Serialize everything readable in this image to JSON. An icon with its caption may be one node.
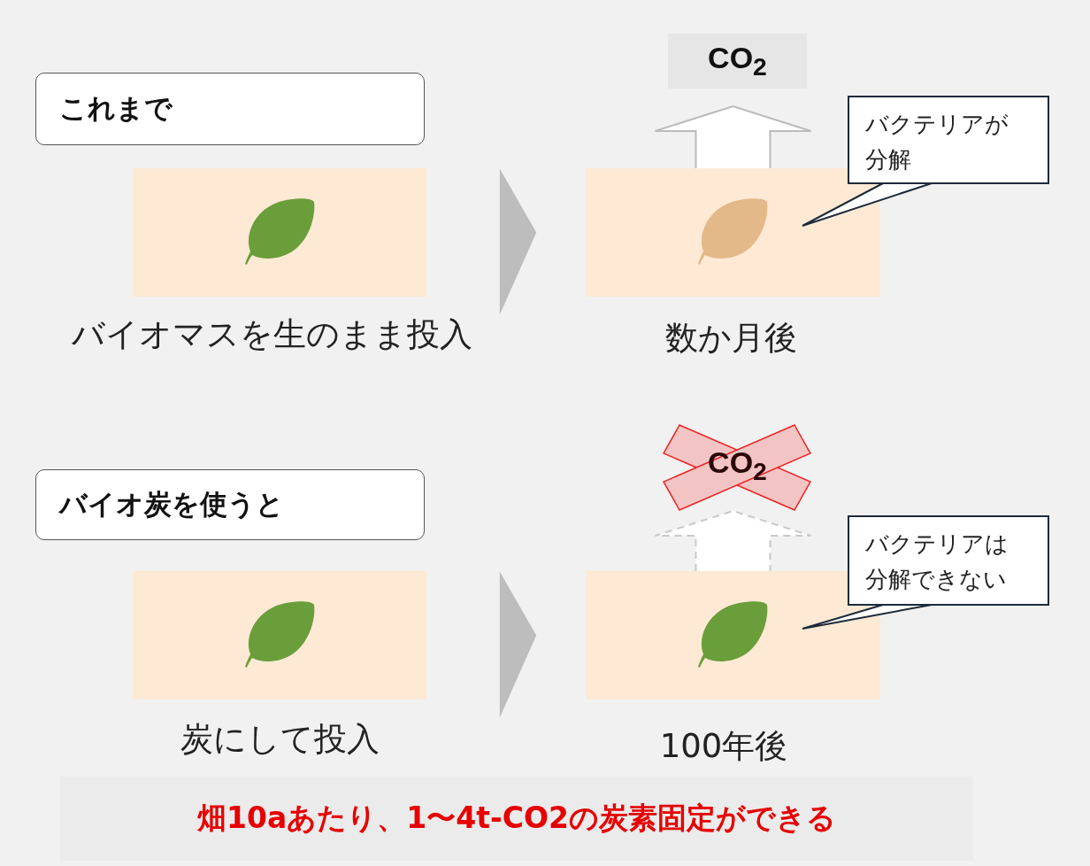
{
  "diagram": {
    "nodes": [
      {
        "text": [
          "これまで"
        ]
      },
      {
        "text": [
          "CO$_{2}$"
        ]
      },
      {
        "text": [
          "バクテリアが分解"
        ]
      },
      {
        "text": [],
        "shape": "box",
        "beside": [
          "バイオマスを生のまま投入"
        ]
      },
      {
        "text": [],
        "shape": "box",
        "beside": [
          "数か月後"
        ]
      },
      {
        "text": [
          "バイオ炭を使うと"
        ]
      },
      {
        "text": [
          "CO$_{2}$"
        ]
      },
      {
        "text": [
          "バクテリアは分解できない"
        ]
      },
      {
        "text": [],
        "shape": "box",
        "beside": [
          "炭にして投入"
        ]
      },
      {
        "text": [],
        "shape": "box",
        "beside": [
          "100年後"
        ]
      },
      {
        "text": [
          "畑10aあたり、1〜4t-CO2の炭素固定ができる"
        ]
      }
    ],
    "edges": [
      {
        "from": 3,
        "to": 4,
        "arrow": "to"
      },
      {
        "from": 4,
        "to": 1,
        "arrow": "to"
      },
      {
        "from": 2,
        "to": 4,
        "arrow": "none"
      },
      {
        "from": 8,
        "to": 9,
        "arrow": "to"
      },
      {
        "from": 9,
        "to": 6,
        "arrow": "to",
        "style": "dashed"
      },
      {
        "from": 7,
        "to": 9,
        "arrow": "none"
      }
    ]
  }
}
